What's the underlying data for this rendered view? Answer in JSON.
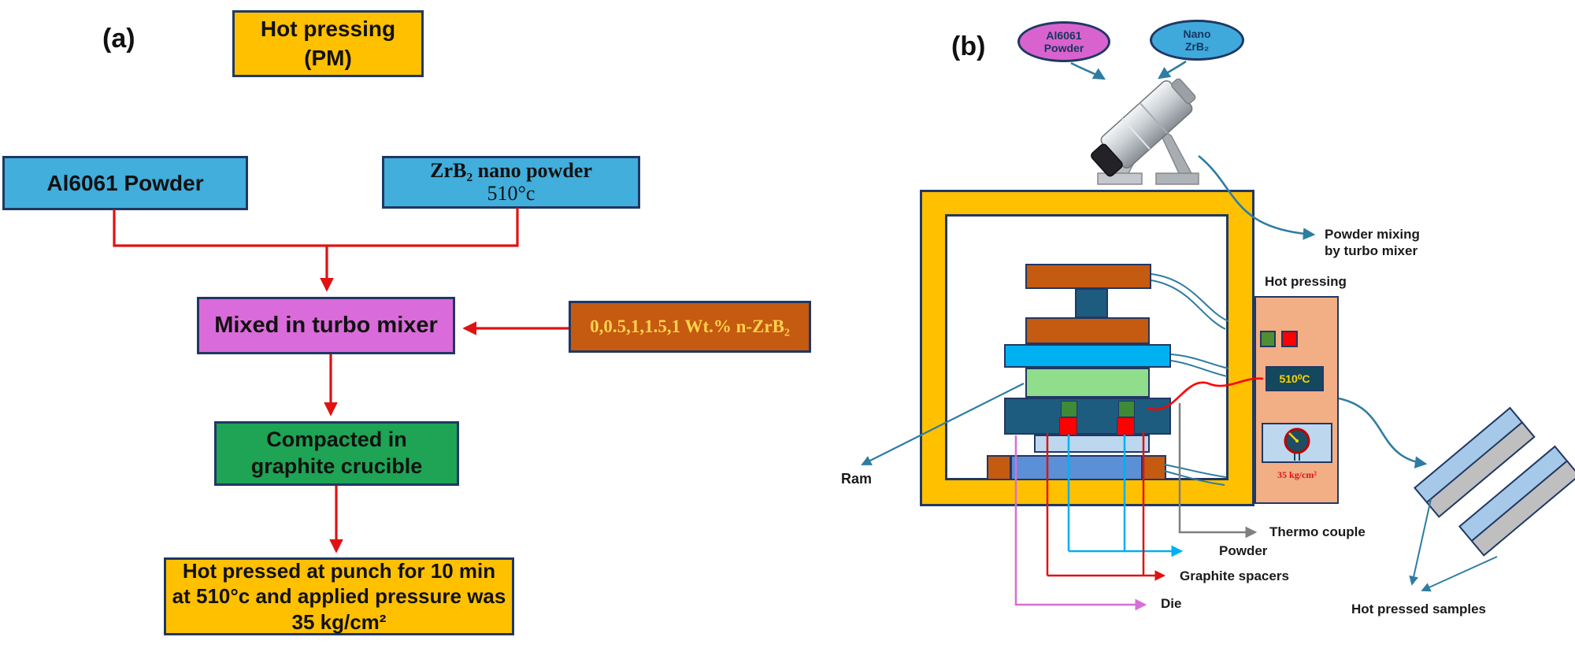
{
  "figure": {
    "panel_a": {
      "tag": "(a)",
      "hot_pressing_box": "Hot pressing\n(PM)",
      "al6061_box": "Al6061 Powder",
      "zrb2_box_line1": "ZrB₂ nano powder",
      "zrb2_box_line2": "510°c",
      "mixer_box": "Mixed in turbo mixer",
      "wt_box": "0,0.5,1,1.5,1 Wt.% n-ZrB₂",
      "compacted_box": "Compacted in\ngraphite crucible",
      "final_box": "Hot pressed at punch for 10 min\nat 510°c and applied pressure was\n35 kg/cm²"
    },
    "panel_b": {
      "tag": "(b)",
      "al_ellipse": "Al6061\nPowder",
      "zrb2_ellipse": "Nano\nZrB₂",
      "powder_mixing_label": "Powder mixing\nby turbo mixer",
      "hot_pressing_label": "Hot pressing",
      "ram_label": "Ram",
      "thermo_label": "Thermo couple",
      "powder_label": "Powder",
      "spacers_label": "Graphite spacers",
      "die_label": "Die",
      "samples_label": "Hot pressed samples",
      "temp_display": "510⁰C",
      "pressure_label": "35 kg/cm²"
    },
    "colors": {
      "accent_red": "#e01212",
      "gold": "#ffc000",
      "teal": "#2e7da0",
      "process_pink": "#da6bda",
      "process_green": "#1ea454",
      "process_blue": "#41aedc",
      "burnt_orange": "#c55a11"
    }
  }
}
